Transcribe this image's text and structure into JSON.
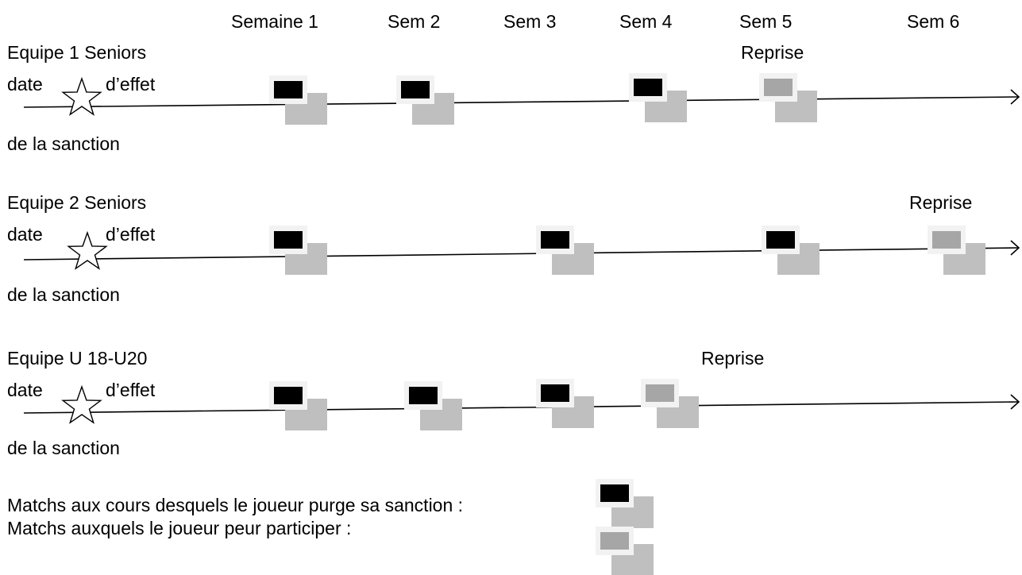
{
  "weeks": [
    "Semaine 1",
    "Sem 2",
    "Sem 3",
    "Sem 4",
    "Sem 5",
    "Sem 6"
  ],
  "rows": [
    {
      "team": "Equipe 1 Seniors",
      "date_word": "date",
      "effet_word": "d’effet",
      "sanction_label": "de la sanction",
      "reprise_label": "Reprise",
      "matches": [
        {
          "status": "suspended"
        },
        {
          "status": "suspended"
        },
        {
          "status": "suspended"
        },
        {
          "status": "eligible"
        }
      ]
    },
    {
      "team": "Equipe 2 Seniors",
      "date_word": "date",
      "effet_word": "d’effet",
      "sanction_label": "de la sanction",
      "reprise_label": "Reprise",
      "matches": [
        {
          "status": "suspended"
        },
        {
          "status": "suspended"
        },
        {
          "status": "suspended"
        },
        {
          "status": "eligible"
        }
      ]
    },
    {
      "team": "Equipe U 18-U20",
      "date_word": "date",
      "effet_word": "d’effet",
      "sanction_label": "de la sanction",
      "reprise_label": "Reprise",
      "matches": [
        {
          "status": "suspended"
        },
        {
          "status": "suspended"
        },
        {
          "status": "suspended"
        },
        {
          "status": "eligible"
        }
      ]
    }
  ],
  "legend": {
    "suspended_label": "Matchs aux cours desquels le joueur purge sa sanction :",
    "eligible_label": "Matchs auxquels le joueur peur participer :"
  },
  "colors": {
    "suspended": "#000000",
    "eligible": "#a6a6a6",
    "shadow": "#bfbfbf",
    "frame": "#f2f2f2"
  }
}
